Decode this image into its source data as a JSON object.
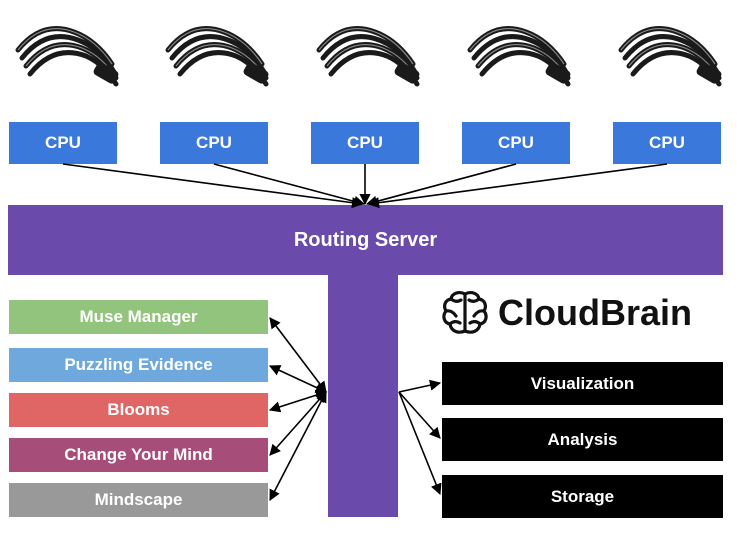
{
  "colors": {
    "cpu": "#3a78dc",
    "routing": "#6a4aab",
    "muse": "#93c47d",
    "puzzling": "#6fa8dc",
    "blooms": "#e06666",
    "change": "#a64d79",
    "mindscape": "#999999",
    "service": "#000000"
  },
  "devices": [
    {
      "icon": "eeg-headset-icon"
    },
    {
      "icon": "eeg-headset-icon"
    },
    {
      "icon": "eeg-headset-icon"
    },
    {
      "icon": "eeg-headset-icon"
    },
    {
      "icon": "eeg-headset-icon"
    }
  ],
  "cpus": [
    {
      "label": "CPU"
    },
    {
      "label": "CPU"
    },
    {
      "label": "CPU"
    },
    {
      "label": "CPU"
    },
    {
      "label": "CPU"
    }
  ],
  "routing_server": {
    "label": "Routing Server"
  },
  "brand": {
    "name": "CloudBrain",
    "icon": "brain-icon"
  },
  "apps": [
    {
      "label": "Muse Manager"
    },
    {
      "label": "Puzzling Evidence"
    },
    {
      "label": "Blooms"
    },
    {
      "label": "Change Your Mind"
    },
    {
      "label": "Mindscape"
    }
  ],
  "services": [
    {
      "label": "Visualization"
    },
    {
      "label": "Analysis"
    },
    {
      "label": "Storage"
    }
  ]
}
